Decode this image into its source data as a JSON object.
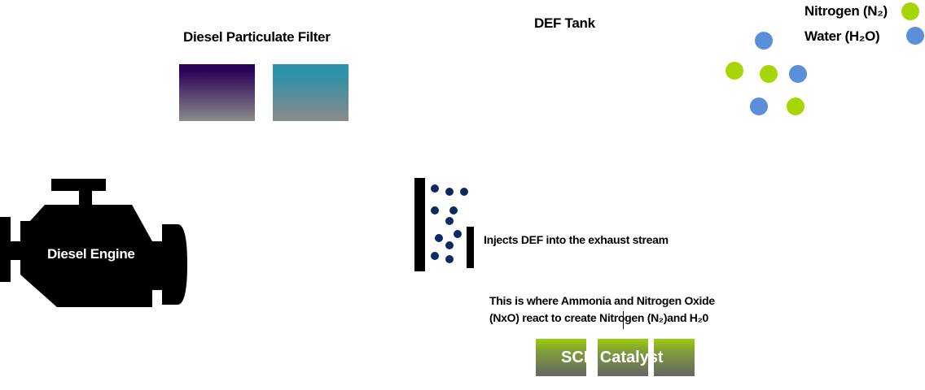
{
  "dpf": {
    "title": "Diesel Particulate Filter"
  },
  "def_tank": {
    "title": "DEF Tank"
  },
  "legend": {
    "nitrogen": "Nitrogen (N₂)",
    "water": "Water (H₂O)",
    "colors": {
      "nitrogen": "#a6d608",
      "water": "#5b8fdc"
    }
  },
  "engine": {
    "label": "Diesel Engine"
  },
  "injector": {
    "label": "Injects DEF into the exhaust stream",
    "dot_color": "#0d2a5e"
  },
  "scr": {
    "description_line1": "This is where Ammonia and Nitrogen Oxide",
    "description_line2": "(NxO) react to create Nitrogen (N₂)and H₂0",
    "label": "SCR Catalyst"
  }
}
